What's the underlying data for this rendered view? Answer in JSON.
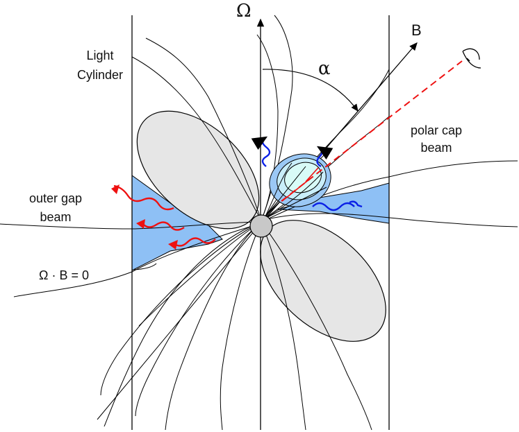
{
  "labels": {
    "omega": "Ω",
    "b_axis": "B",
    "alpha": "α",
    "light_cylinder_line1": "Light",
    "light_cylinder_line2": "Cylinder",
    "polar_cap_line1": "polar cap",
    "polar_cap_line2": "beam",
    "outer_gap_line1": "outer gap",
    "outer_gap_line2": "beam",
    "null_surface": "Ω · B = 0"
  },
  "colors": {
    "lobe_fill": "#e6e6e6",
    "gap_fill": "#8ec0f5",
    "polar_cap_outer": "#9bc8f5",
    "polar_cap_inner": "#d8fbf7",
    "star_fill": "#c8c8c8",
    "blue_photon": "#0a1fe6",
    "red_photon": "#ee1111",
    "line": "#000000"
  },
  "icons": {
    "observer": "observer-eye-icon"
  }
}
